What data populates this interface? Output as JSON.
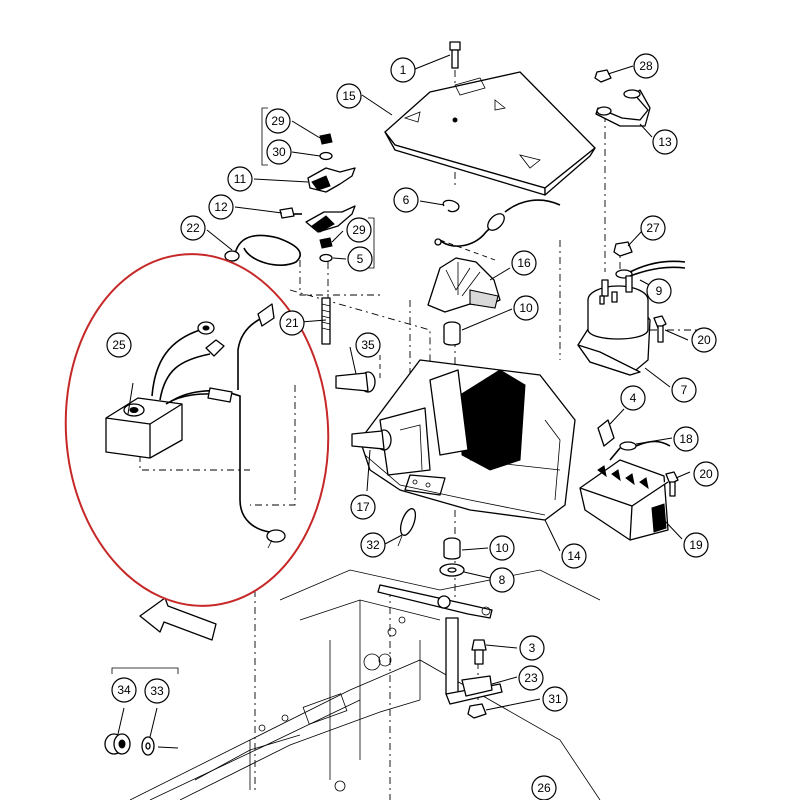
{
  "diagram": {
    "highlight_color": "#c62828",
    "callouts": [
      {
        "id": "1",
        "label": "1"
      },
      {
        "id": "3",
        "label": "3"
      },
      {
        "id": "4",
        "label": "4"
      },
      {
        "id": "5",
        "label": "5"
      },
      {
        "id": "6",
        "label": "6"
      },
      {
        "id": "7",
        "label": "7"
      },
      {
        "id": "8",
        "label": "8"
      },
      {
        "id": "9",
        "label": "9"
      },
      {
        "id": "10a",
        "label": "10"
      },
      {
        "id": "10b",
        "label": "10"
      },
      {
        "id": "11",
        "label": "11"
      },
      {
        "id": "12",
        "label": "12"
      },
      {
        "id": "13",
        "label": "13"
      },
      {
        "id": "14",
        "label": "14"
      },
      {
        "id": "15",
        "label": "15"
      },
      {
        "id": "16",
        "label": "16"
      },
      {
        "id": "17",
        "label": "17"
      },
      {
        "id": "18",
        "label": "18"
      },
      {
        "id": "19",
        "label": "19"
      },
      {
        "id": "20a",
        "label": "20"
      },
      {
        "id": "20b",
        "label": "20"
      },
      {
        "id": "21",
        "label": "21"
      },
      {
        "id": "22",
        "label": "22"
      },
      {
        "id": "23",
        "label": "23"
      },
      {
        "id": "25",
        "label": "25"
      },
      {
        "id": "26",
        "label": "26"
      },
      {
        "id": "27",
        "label": "27"
      },
      {
        "id": "28",
        "label": "28"
      },
      {
        "id": "29a",
        "label": "29"
      },
      {
        "id": "29b",
        "label": "29"
      },
      {
        "id": "30",
        "label": "30"
      },
      {
        "id": "31",
        "label": "31"
      },
      {
        "id": "32",
        "label": "32"
      },
      {
        "id": "33",
        "label": "33"
      },
      {
        "id": "34",
        "label": "34"
      },
      {
        "id": "35",
        "label": "35"
      }
    ]
  }
}
